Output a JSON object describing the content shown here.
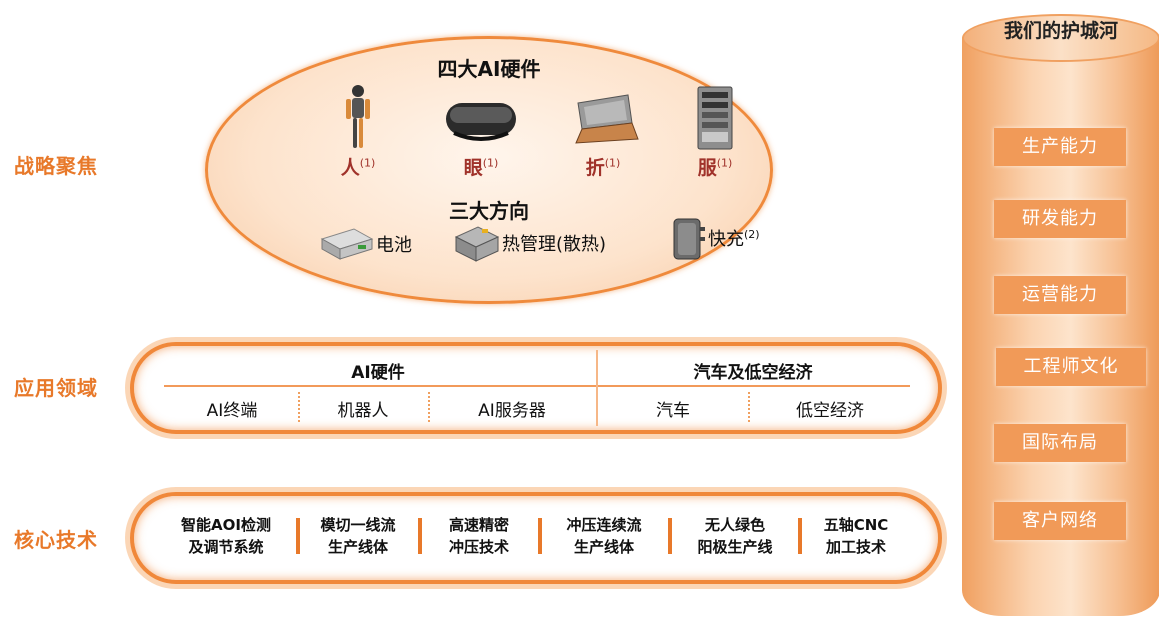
{
  "side_labels": {
    "strategy": "战略聚焦",
    "application": "应用领域",
    "core": "核心技术"
  },
  "strategy": {
    "hardware_title": "四大AI硬件",
    "hardware": [
      {
        "label": "人",
        "note": "(1)",
        "icon": "humanoid-robot"
      },
      {
        "label": "眼",
        "note": "(1)",
        "icon": "vr-headset"
      },
      {
        "label": "折",
        "note": "(1)",
        "icon": "foldable-laptop"
      },
      {
        "label": "服",
        "note": "(1)",
        "icon": "server-rack"
      }
    ],
    "direction_title": "三大方向",
    "directions": [
      {
        "label": "电池",
        "note": "",
        "icon": "battery-module"
      },
      {
        "label": "热管理(散热)",
        "note": "",
        "icon": "cooling-module"
      },
      {
        "label": "快充",
        "note": "(2)",
        "icon": "fast-charger"
      }
    ]
  },
  "application": {
    "groups": [
      {
        "title": "AI硬件",
        "items": [
          "AI终端",
          "机器人",
          "AI服务器"
        ]
      },
      {
        "title": "汽车及低空经济",
        "items": [
          "汽车",
          "低空经济"
        ]
      }
    ]
  },
  "core_tech": [
    {
      "line1": "智能AOI检测",
      "line2": "及调节系统"
    },
    {
      "line1": "模切一线流",
      "line2": "生产线体"
    },
    {
      "line1": "高速精密",
      "line2": "冲压技术"
    },
    {
      "line1": "冲压连续流",
      "line2": "生产线体"
    },
    {
      "line1": "无人绿色",
      "line2": "阳极生产线"
    },
    {
      "line1": "五轴CNC",
      "line2": "加工技术"
    }
  ],
  "moat": {
    "title": "我们的护城河",
    "items": [
      "生产能力",
      "研发能力",
      "运营能力",
      "工程师文化",
      "国际布局",
      "客户网络"
    ]
  },
  "colors": {
    "accent": "#e8792a",
    "ring": "#f0883a",
    "moat_box": "#f19a58",
    "hw_label": "#a0322a"
  }
}
